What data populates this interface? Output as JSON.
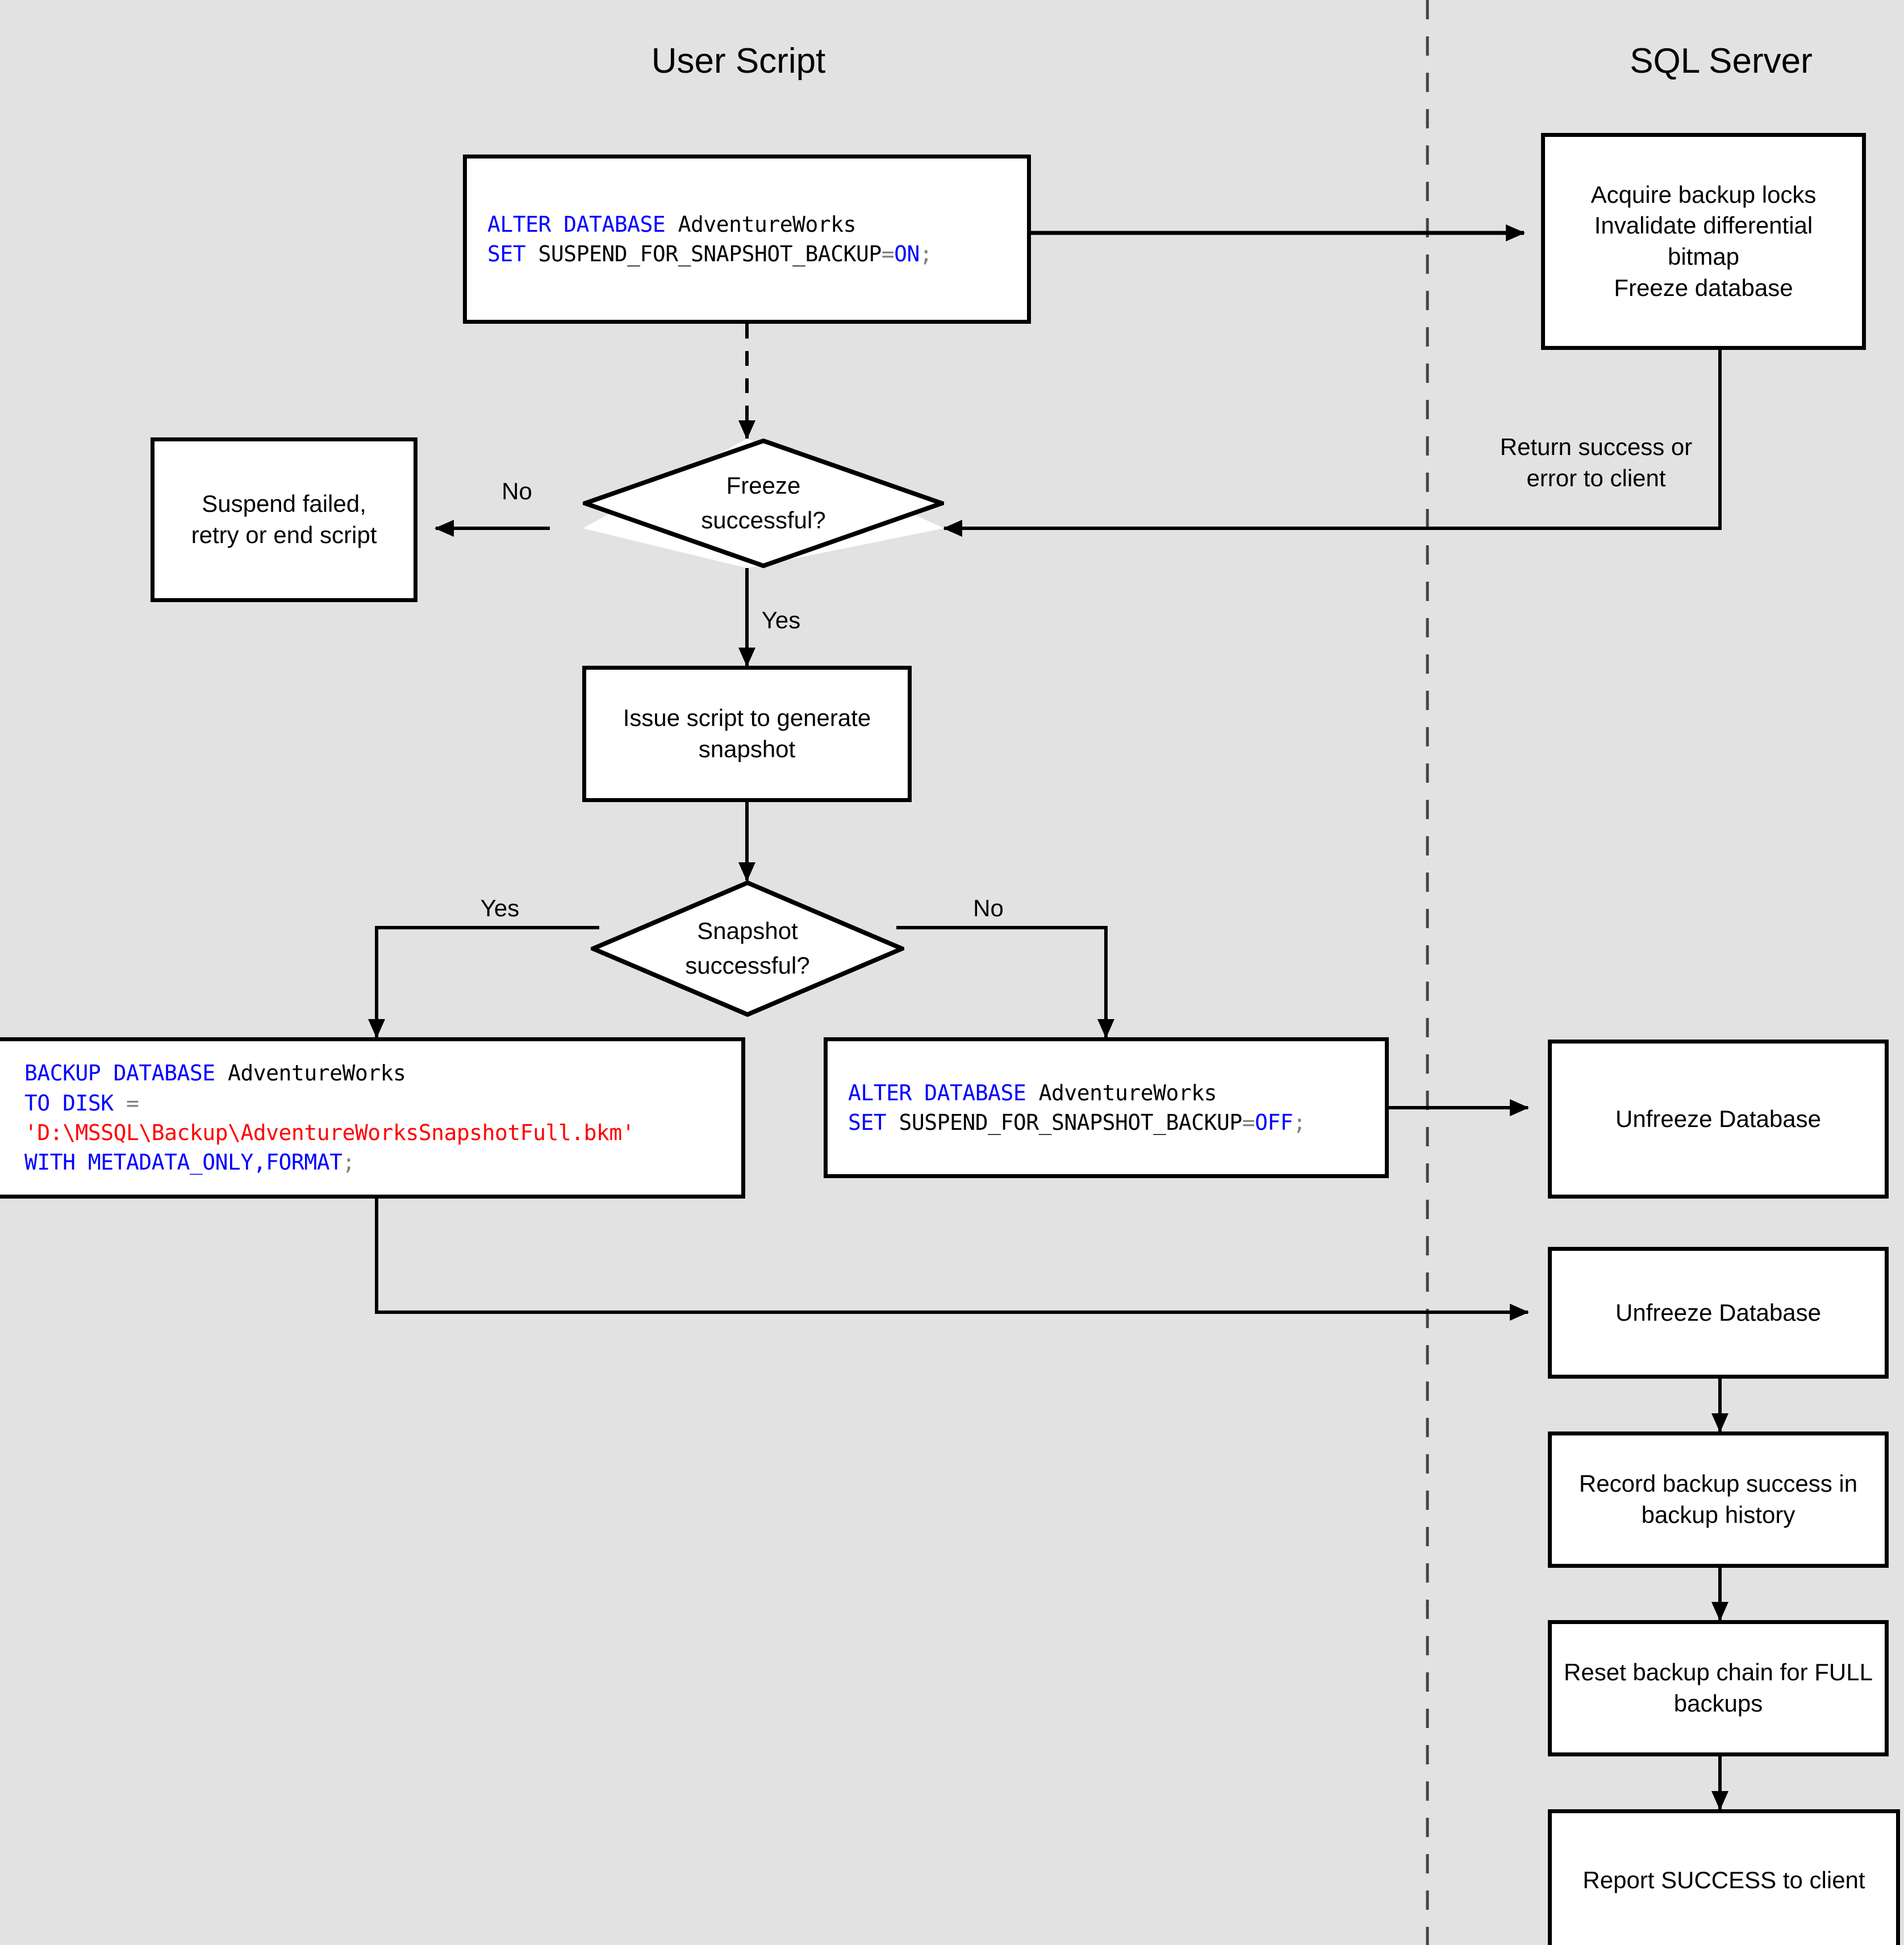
{
  "diagram": {
    "title_user": "User Script",
    "title_server": "SQL Server",
    "background_color": "#e2e2e2",
    "node_fill": "#ffffff",
    "line_color": "#000000",
    "keyword_color": "#0000ff",
    "string_color": "#ff0000",
    "punct_color": "#808080"
  },
  "lanes": {
    "user_script": "User Script",
    "sql_server": "SQL Server"
  },
  "nodes": {
    "alter_on": {
      "line1_kw": "ALTER DATABASE",
      "line1_id": " AdventureWorks",
      "line2_kw": "SET",
      "line2_id": " SUSPEND_FOR_SNAPSHOT_BACKUP",
      "line2_op": "=",
      "line2_val": "ON",
      "line2_punc": ";"
    },
    "acquire_locks": "Acquire backup locks\nInvalidate differential bitmap\nFreeze database",
    "suspend_failed": "Suspend failed,\nretry or end script",
    "freeze_decision": "Freeze\nsuccessful?",
    "issue_script": "Issue script to generate\nsnapshot",
    "snapshot_decision": "Snapshot\nsuccessful?",
    "backup_database": {
      "line1_kw": "BACKUP DATABASE",
      "line1_id": " AdventureWorks",
      "line2_kw": "TO DISK",
      "line2_op": " =",
      "line3_str": "'D:\\MSSQL\\Backup\\AdventureWorksSnapshotFull.bkm'",
      "line4_kw": "WITH METADATA_ONLY,FORMAT",
      "line4_punc": ";"
    },
    "alter_off": {
      "line1_kw": "ALTER DATABASE",
      "line1_id": " AdventureWorks",
      "line2_kw": "SET",
      "line2_id": " SUSPEND_FOR_SNAPSHOT_BACKUP",
      "line2_op": "=",
      "line2_val": "OFF",
      "line2_punc": ";"
    },
    "unfreeze_1": "Unfreeze Database",
    "unfreeze_2": "Unfreeze Database",
    "record_backup": "Record backup success in\nbackup history",
    "reset_chain": "Reset backup chain for FULL\nbackups",
    "report_success": "Report SUCCESS to client"
  },
  "edge_labels": {
    "return_success": "Return success or\nerror to client",
    "freeze_no": "No",
    "freeze_yes": "Yes",
    "snapshot_yes": "Yes",
    "snapshot_no": "No"
  }
}
